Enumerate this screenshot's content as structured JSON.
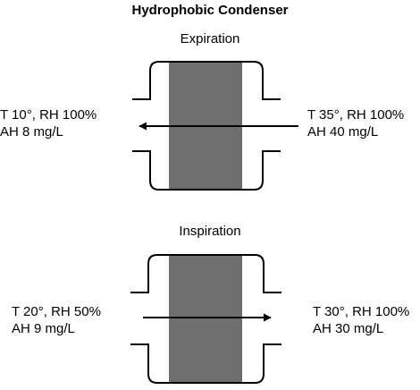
{
  "title": "Hydrophobic Condenser",
  "colors": {
    "filter_fill": "#6e6e6e",
    "housing_stroke": "#000000",
    "background": "#ffffff"
  },
  "expiration": {
    "heading": "Expiration",
    "flow_direction": "right-to-left",
    "left_label": {
      "line1": "T 10°, RH 100%",
      "line2": "AH 8 mg/L"
    },
    "right_label": {
      "line1": "T 35°, RH 100%",
      "line2": "AH 40 mg/L"
    }
  },
  "inspiration": {
    "heading": "Inspiration",
    "flow_direction": "left-to-right",
    "left_label": {
      "line1": "T 20°, RH 50%",
      "line2": "AH 9 mg/L"
    },
    "right_label": {
      "line1": "T 30°, RH 100%",
      "line2": "AH 30 mg/L"
    }
  }
}
